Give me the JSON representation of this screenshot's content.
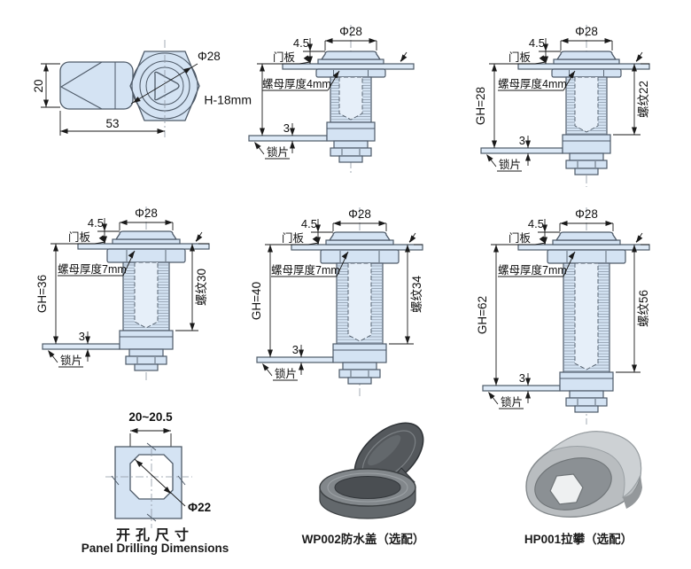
{
  "colors": {
    "part_fill": "#d4e3f3",
    "part_fill_light": "#dde9f6",
    "bore_fill": "#e6eff9",
    "outline": "#4e5a68",
    "dim_line": "#1a1a1a",
    "text": "#111111",
    "centerline": "#8d97a3",
    "accessory_dark": "#54585c",
    "accessory_mid": "#7d8286",
    "accessory_light": "#b9bdc0"
  },
  "overview": {
    "height_label": "20",
    "length_label": "53",
    "diameter_label": "Φ28"
  },
  "shared_labels": {
    "diameter": "Φ28",
    "head_height": "4.5",
    "door_panel": "门板",
    "lock_plate": "锁片",
    "plate_thickness": "3"
  },
  "locks": [
    {
      "grip_label": "H-18mm",
      "nut_label": "螺母厚度4mm",
      "thread_label": ""
    },
    {
      "grip_label": "GH=28",
      "nut_label": "螺母厚度4mm",
      "thread_label": "螺纹22"
    },
    {
      "grip_label": "GH=36",
      "nut_label": "螺母厚度7mm",
      "thread_label": "螺纹30"
    },
    {
      "grip_label": "GH=40",
      "nut_label": "螺母厚度7mm",
      "thread_label": "螺纹34"
    },
    {
      "grip_label": "GH=62",
      "nut_label": "螺母厚度7mm",
      "thread_label": "螺纹56"
    }
  ],
  "drill": {
    "width_range": "20~20.5",
    "hole_diameter": "Φ22",
    "caption_zh": "开孔尺寸",
    "caption_en": "Panel Drilling Dimensions"
  },
  "accessories": [
    {
      "caption": "WP002防水盖（选配）"
    },
    {
      "caption": "HP001拉攀（选配）"
    }
  ]
}
